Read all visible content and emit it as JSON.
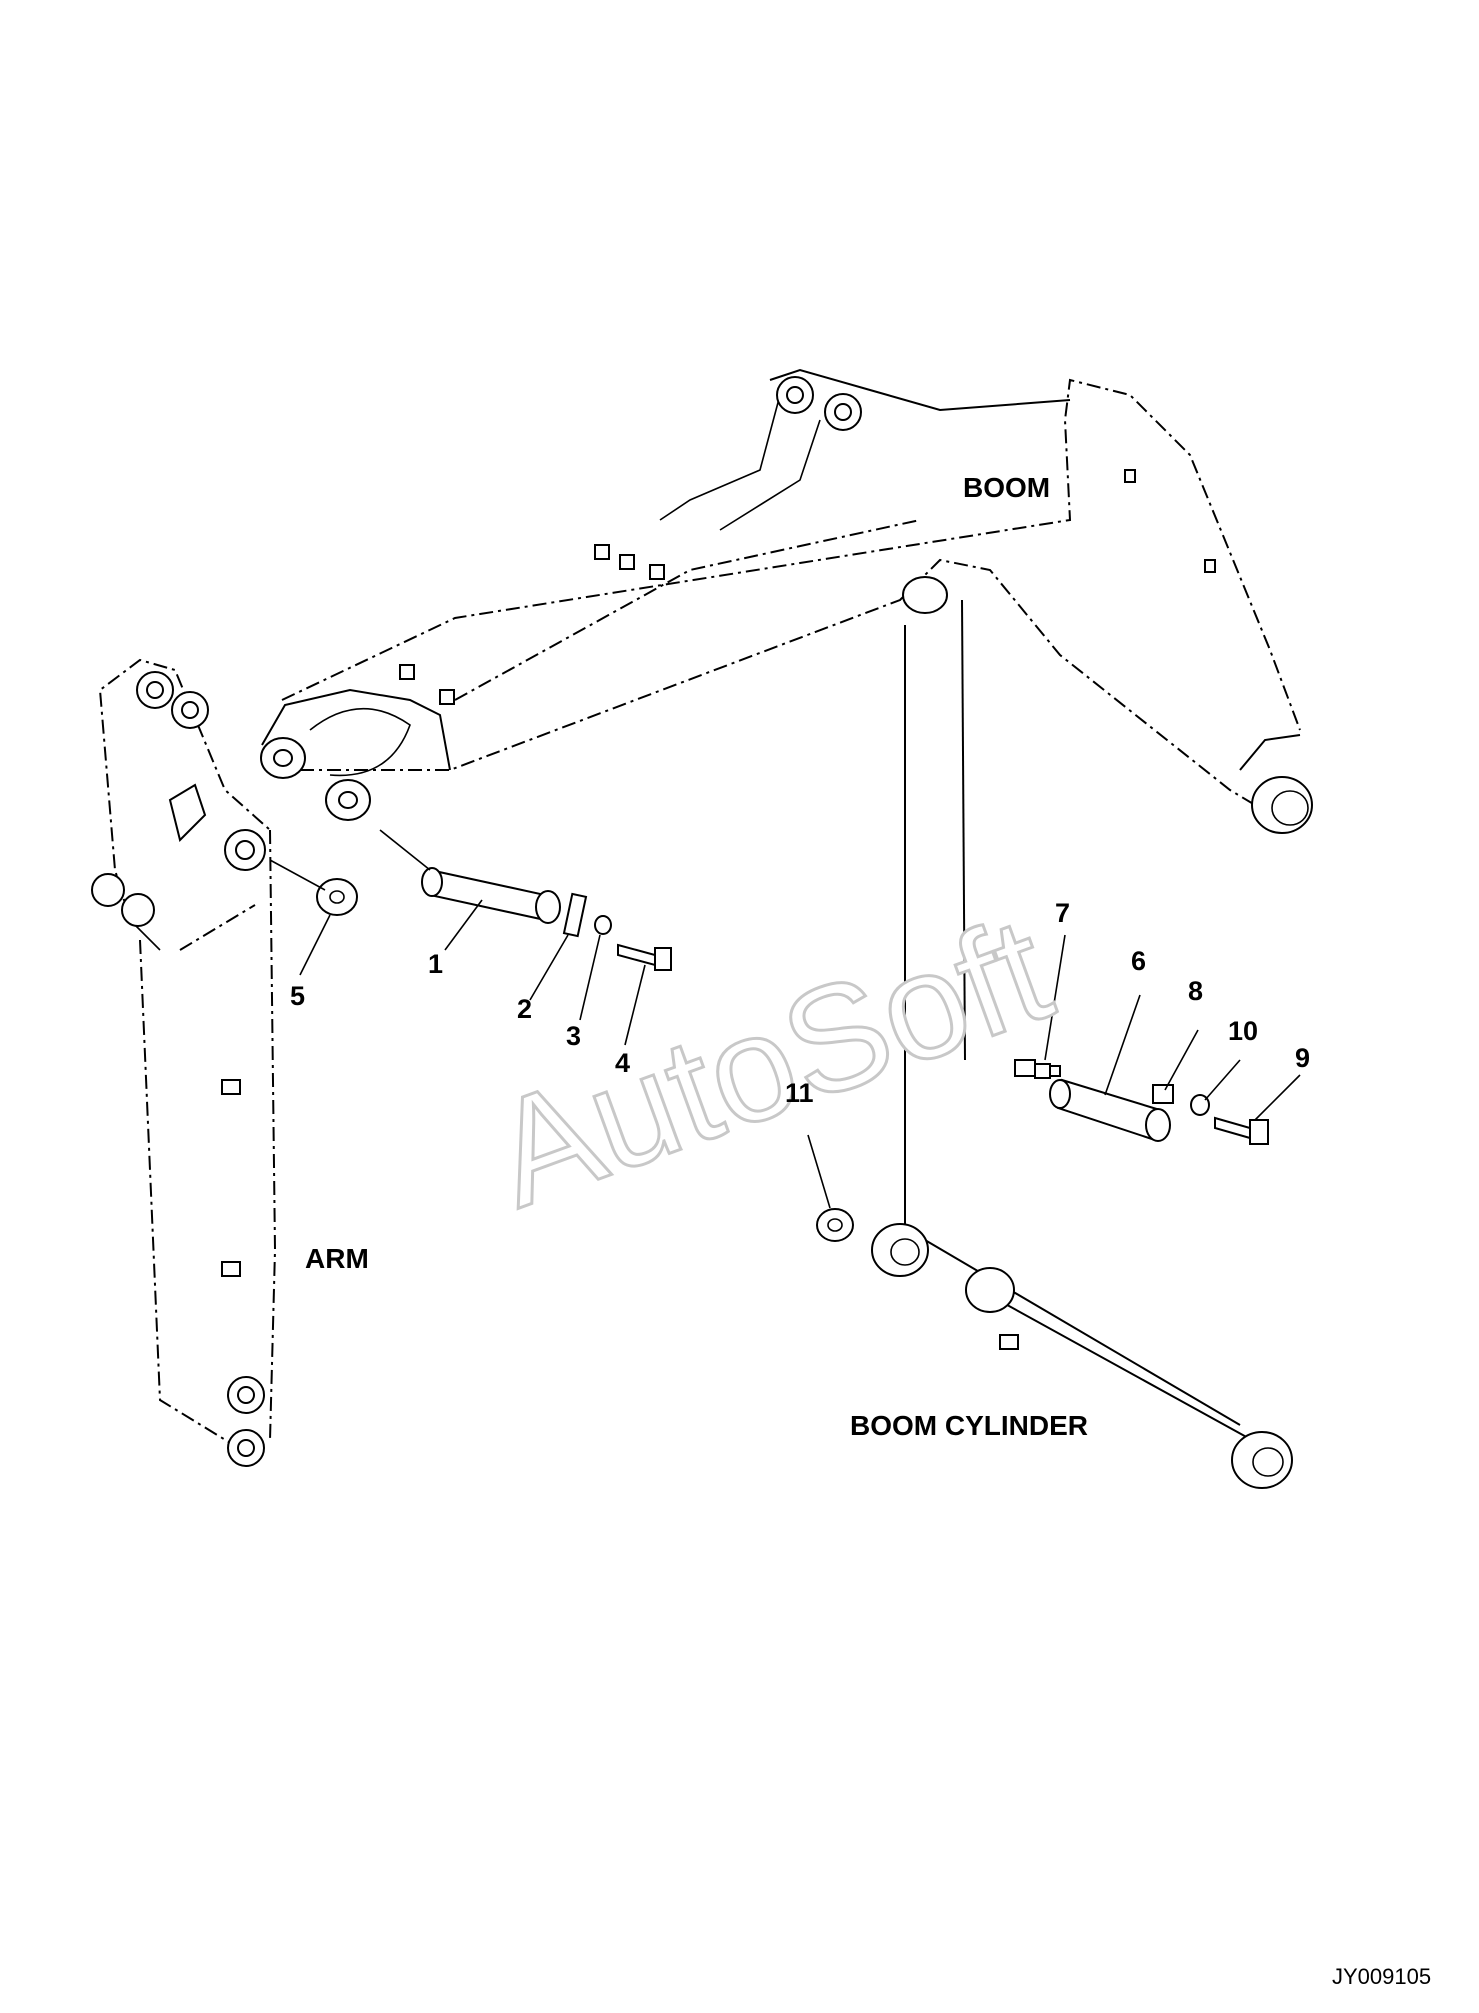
{
  "figure_code": "JY009105",
  "watermark": "AutoSoft",
  "components": {
    "boom": "BOOM",
    "arm": "ARM",
    "boom_cylinder": "BOOM CYLINDER"
  },
  "callouts": [
    "1",
    "2",
    "3",
    "4",
    "5",
    "6",
    "7",
    "8",
    "9",
    "10",
    "11"
  ]
}
